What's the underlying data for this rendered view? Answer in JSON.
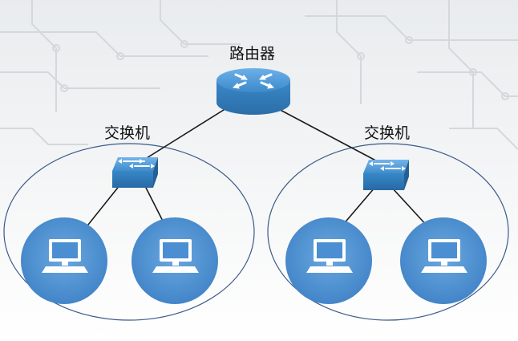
{
  "router": {
    "label": "路由器",
    "icon": "router-icon"
  },
  "networks": [
    {
      "switch": {
        "label": "交换机",
        "icon": "switch-icon"
      },
      "computers": [
        {
          "icon": "computer-icon"
        },
        {
          "icon": "computer-icon"
        }
      ]
    },
    {
      "switch": {
        "label": "交换机",
        "icon": "switch-icon"
      },
      "computers": [
        {
          "icon": "computer-icon"
        },
        {
          "icon": "computer-icon"
        }
      ]
    }
  ],
  "colors": {
    "router_top": "#3f8fd0",
    "router_side": "#2f78b8",
    "switch_top": "#4a9ad8",
    "switch_front": "#2f7fc0",
    "computer_circle": "#4b8fd2",
    "lan_outline": "#3a5a88",
    "link": "#1a1a1a",
    "background_circuit": "#d6dadd"
  }
}
